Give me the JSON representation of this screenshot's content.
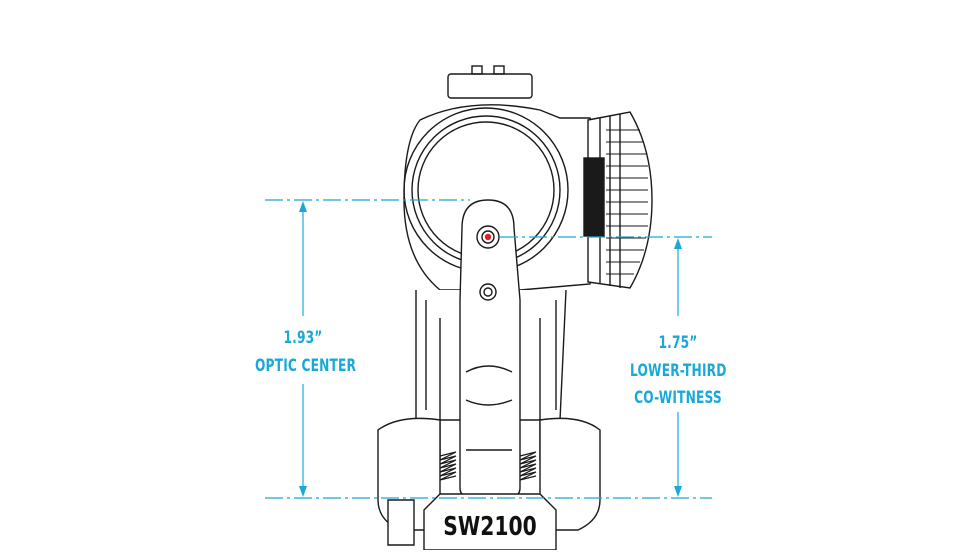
{
  "dimensions": {
    "left": {
      "value": "1.93”",
      "label": "OPTIC CENTER"
    },
    "right": {
      "value": "1.75”",
      "label_line1": "LOWER-THIRD",
      "label_line2": "CO-WITNESS"
    }
  },
  "model_label": "SW2100",
  "colors": {
    "dimension": "#1aa8d8",
    "outline": "#1a1a1a",
    "reticle_dot": "#e02020"
  }
}
